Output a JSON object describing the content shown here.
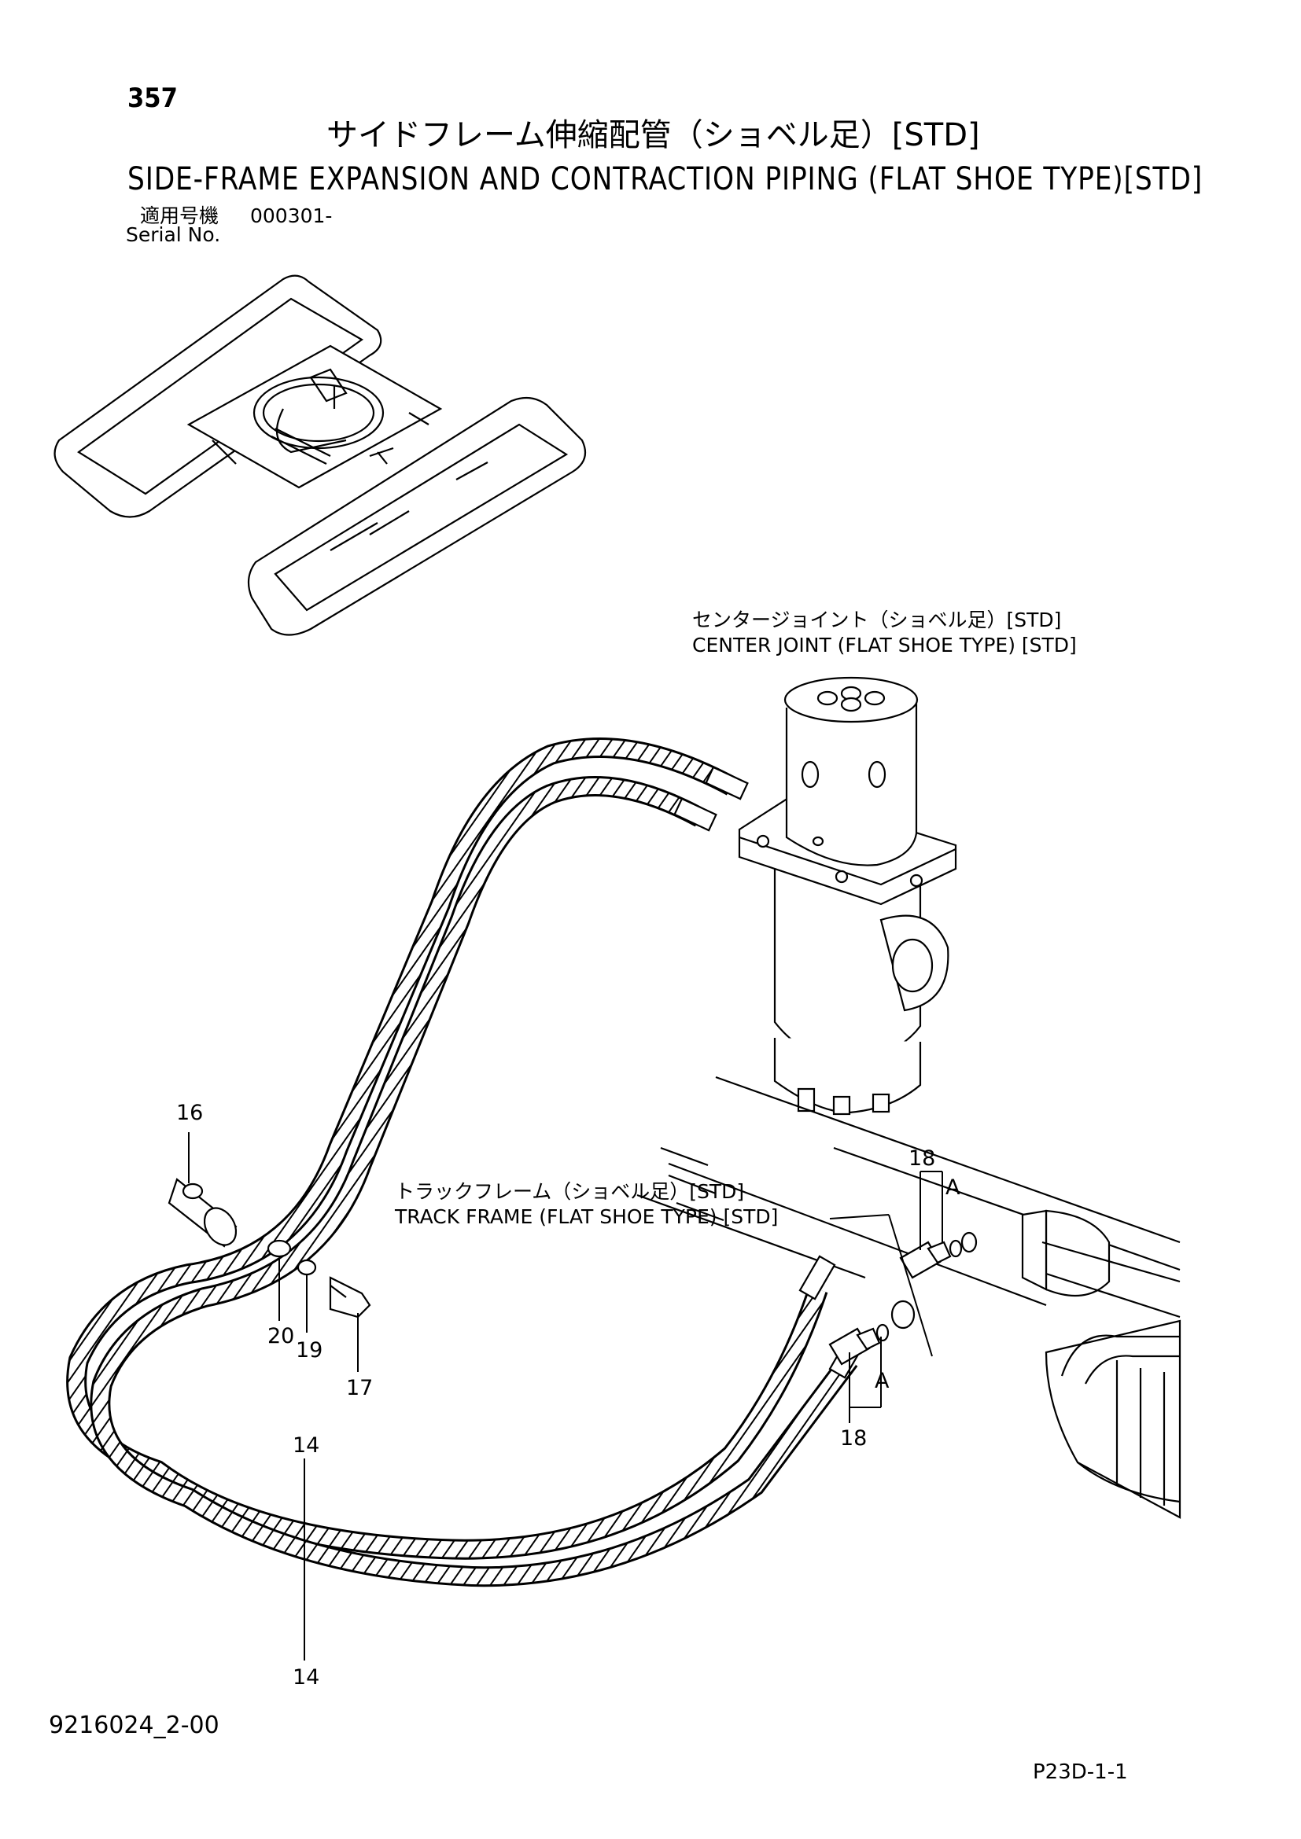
{
  "header": {
    "page_number": "357",
    "title_ja": "サイドフレーム伸縮配管（ショベル足）[STD]",
    "title_en": "SIDE-FRAME EXPANSION AND CONTRACTION PIPING (FLAT SHOE TYPE)[STD]",
    "serial_label_ja": "適用号機",
    "serial_value": "000301-",
    "serial_label_en": "Serial No."
  },
  "labels": {
    "center_joint_ja": "センタージョイント（ショベル足）[STD]",
    "center_joint_en": "CENTER JOINT (FLAT SHOE TYPE) [STD]",
    "track_frame_ja": "トラックフレーム（ショベル足）[STD]",
    "track_frame_en": "TRACK FRAME (FLAT SHOE TYPE) [STD]"
  },
  "callouts": {
    "p16": "16",
    "p20": "20",
    "p19": "19",
    "p17": "17",
    "p14_top": "14",
    "p14_bottom": "14",
    "p18_top": "18",
    "p18_bottom": "18",
    "a_top": "A",
    "a_bottom": "A"
  },
  "footer": {
    "doc_code": "9216024_2-00",
    "page_code": "P23D-1-1"
  }
}
